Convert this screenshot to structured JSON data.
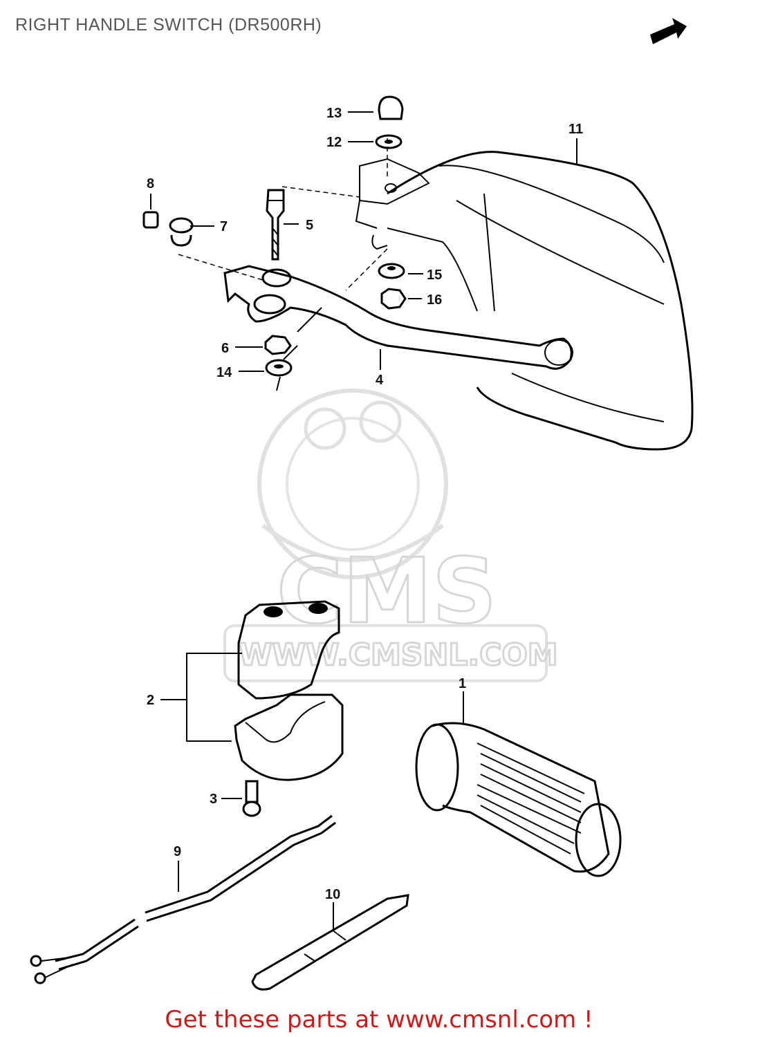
{
  "title": "RIGHT HANDLE SWITCH (DR500RH)",
  "footer": "Get these parts at www.cmsnl.com !",
  "watermark": {
    "brand": "CMS",
    "url": "WWW.CMSNL.COM"
  },
  "colors": {
    "title": "#555555",
    "footer": "#d01818",
    "line": "#000000",
    "watermark": "#d6d6d6"
  },
  "icons": {
    "direction": "arrow-right-icon"
  },
  "callouts": [
    "1",
    "2",
    "3",
    "4",
    "5",
    "6",
    "7",
    "8",
    "9",
    "10",
    "11",
    "12",
    "13",
    "14",
    "15",
    "16"
  ]
}
